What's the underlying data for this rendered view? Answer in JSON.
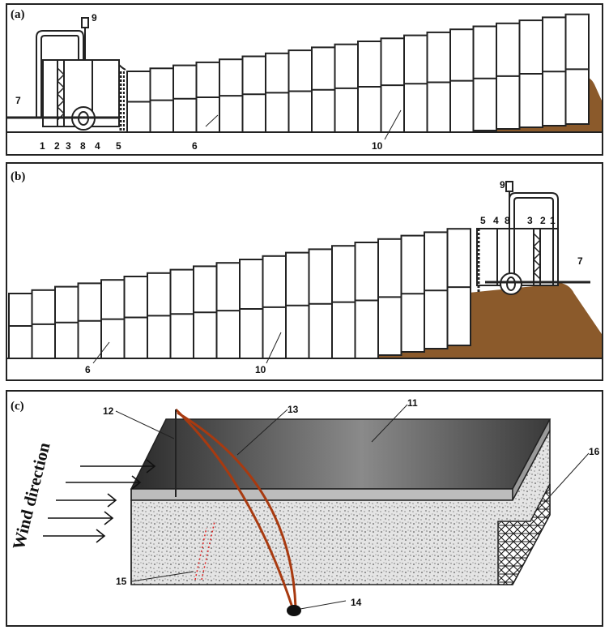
{
  "panels": {
    "a": {
      "label": "(a)"
    },
    "b": {
      "label": "(b)"
    },
    "c": {
      "label": "(c)"
    }
  },
  "wind_label": "Wind direction",
  "callouts_a": {
    "n1": "1",
    "n2": "2",
    "n3": "3",
    "n4": "4",
    "n5": "5",
    "n6": "6",
    "n7": "7",
    "n8": "8",
    "n9": "9",
    "n10": "10"
  },
  "callouts_b": {
    "n1": "1",
    "n2": "2",
    "n3": "3",
    "n4": "4",
    "n5": "5",
    "n6": "6",
    "n7": "7",
    "n8": "8",
    "n9": "9",
    "n10": "10"
  },
  "callouts_c": {
    "n11": "11",
    "n12": "12",
    "n13": "13",
    "n14": "14",
    "n15": "15",
    "n16": "16"
  },
  "colors": {
    "soil": "#8b5a2b",
    "frame": "#222222",
    "rope": "#a83a10",
    "plate_dark": "#3a3a3a",
    "plate_light": "#d8d8d8",
    "mesh": "#1a1a1a"
  }
}
